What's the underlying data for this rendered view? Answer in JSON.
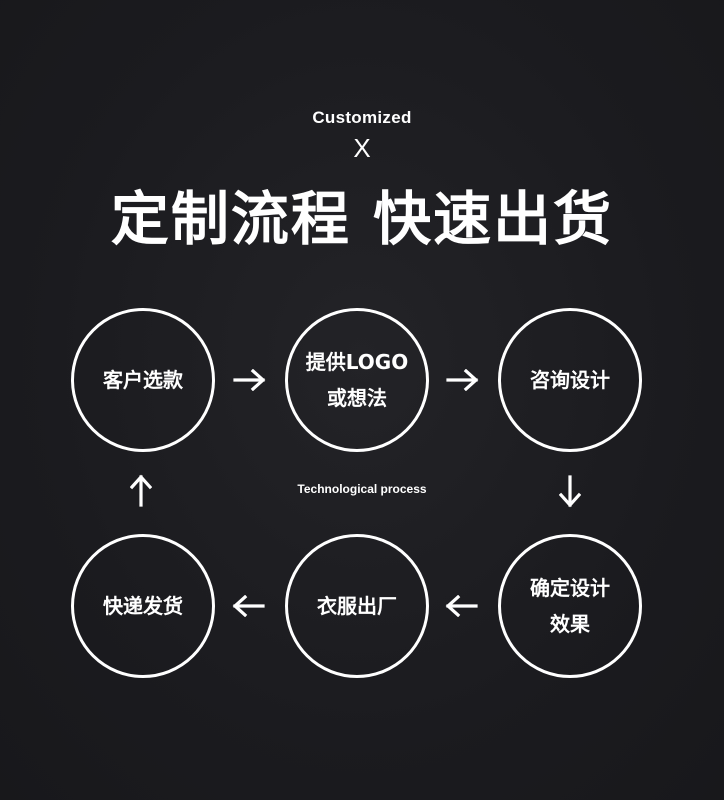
{
  "header": {
    "eyebrow": "Customized",
    "x_mark": "X",
    "title": "定制流程 快速出货"
  },
  "subtitle": "Technological process",
  "steps": [
    {
      "lines": [
        "客户选款"
      ]
    },
    {
      "lines": [
        "提供LOGO",
        "或想法"
      ]
    },
    {
      "lines": [
        "咨询设计"
      ]
    },
    {
      "lines": [
        "确定设计",
        "效果"
      ]
    },
    {
      "lines": [
        "衣服出厂"
      ]
    },
    {
      "lines": [
        "快递发货"
      ]
    }
  ],
  "arrows": [
    {
      "icon": "arrow-right-icon"
    },
    {
      "icon": "arrow-right-icon"
    },
    {
      "icon": "arrow-down-icon"
    },
    {
      "icon": "arrow-left-icon"
    },
    {
      "icon": "arrow-left-icon"
    },
    {
      "icon": "arrow-up-icon"
    }
  ],
  "colors": {
    "background": "#1c1c20",
    "foreground": "#ffffff"
  }
}
